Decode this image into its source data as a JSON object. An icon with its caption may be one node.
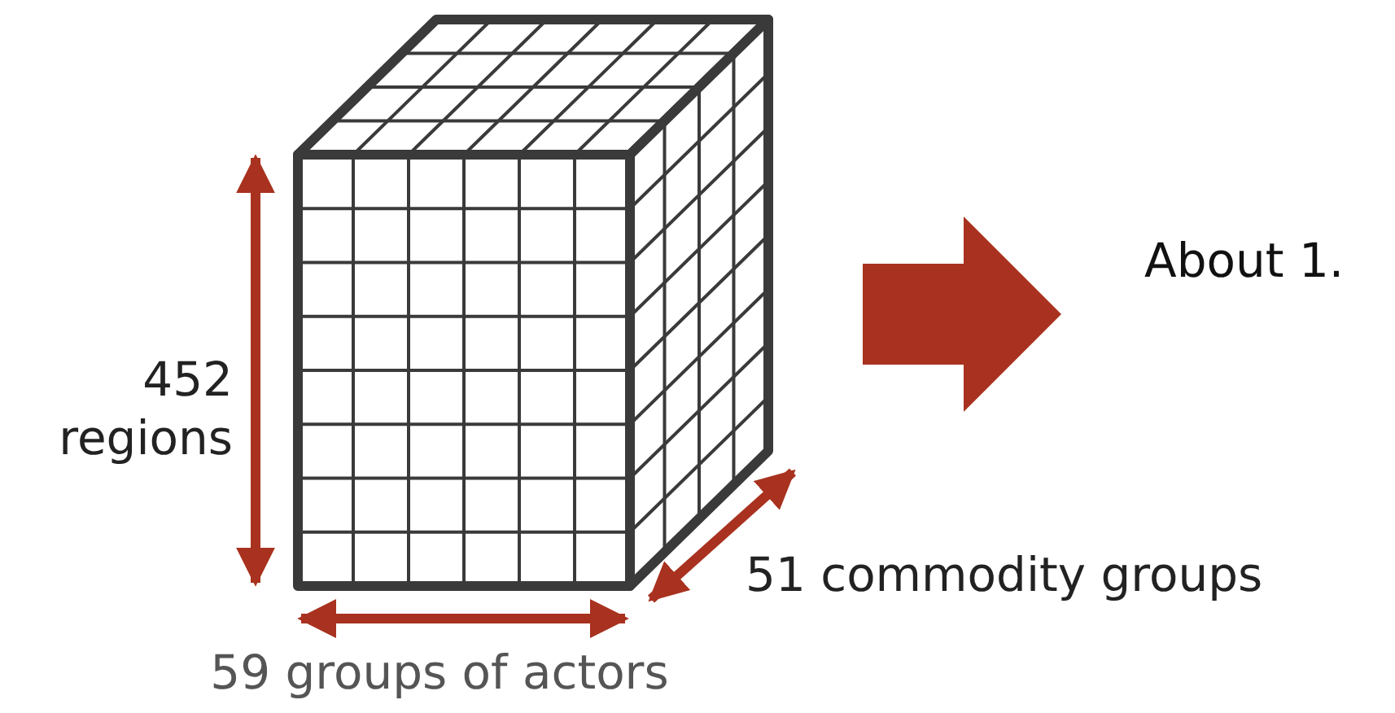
{
  "diagram": {
    "labels": [
      "452 regions",
      "About 1.",
      "51 commodity groups",
      "59 groups of actors"
    ]
  }
}
